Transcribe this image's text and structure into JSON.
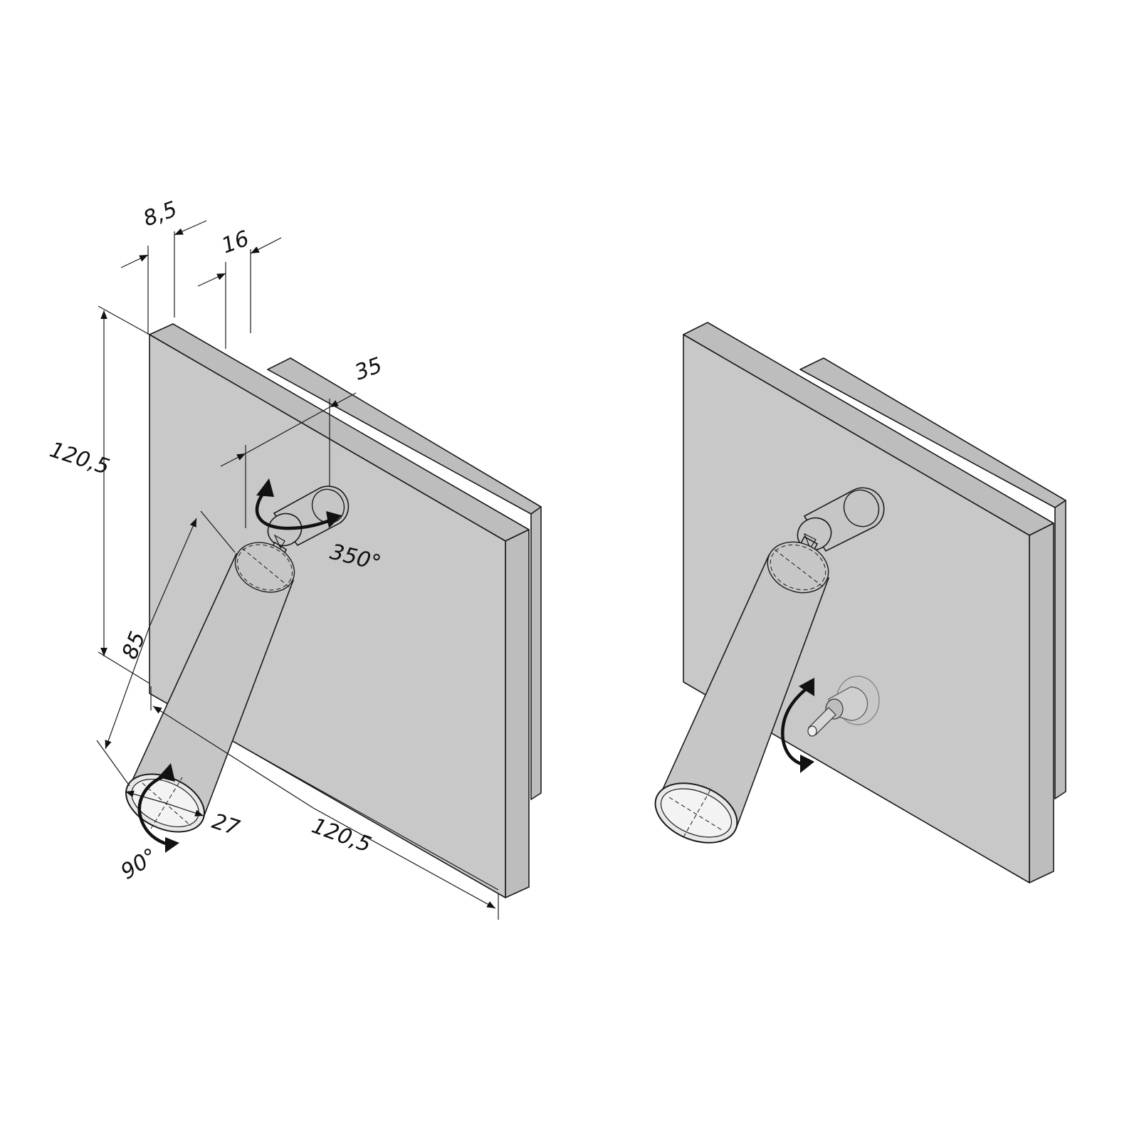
{
  "colors": {
    "body": "#c8c8c8",
    "edge": "#bdbdbd",
    "line": "#1a1a1a",
    "background": "#ffffff"
  },
  "left_view": {
    "dimensions": {
      "plate_thickness": "8,5",
      "base_thickness": "16",
      "head_diameter": "35",
      "height": "120,5",
      "width": "120,5",
      "arm_length": "85",
      "tube_diameter": "27"
    },
    "rotations": {
      "head_rotation": "350°",
      "tube_rotation": "90°"
    }
  },
  "right_view": {
    "switch_arrow": "double-curved-arrow"
  }
}
